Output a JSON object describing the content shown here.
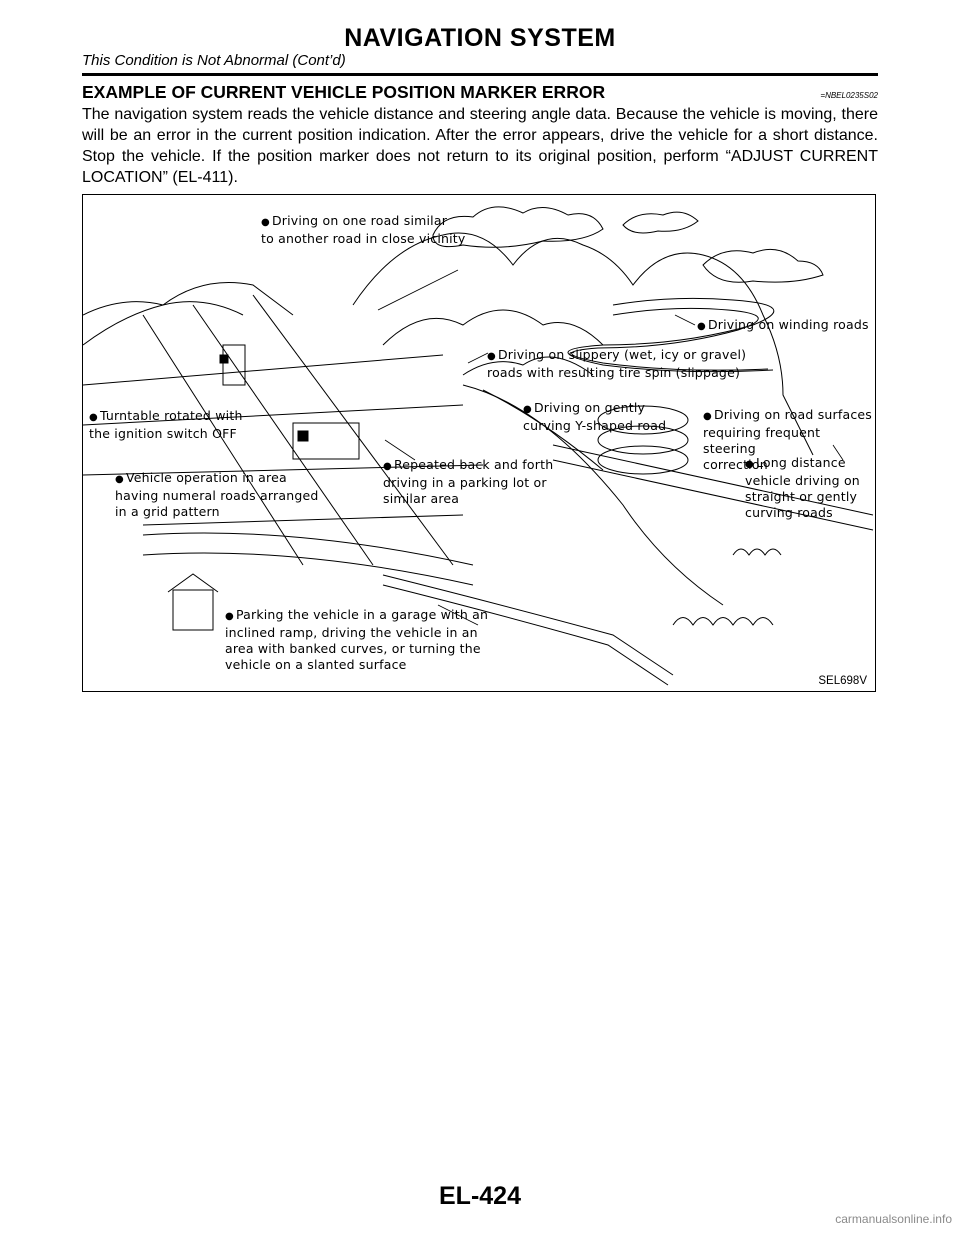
{
  "header": {
    "title": "NAVIGATION SYSTEM",
    "subtitle": "This Condition is Not Abnormal (Cont’d)"
  },
  "section": {
    "title": "EXAMPLE OF CURRENT VEHICLE POSITION MARKER ERROR",
    "code": "=NBEL0235S02",
    "body": "The navigation system reads the vehicle distance and steering angle data. Because the vehicle is moving, there will be an error in the current position indication. After the error appears, drive the vehicle for a short distance. Stop the vehicle. If the position marker does not return to its original position, perform “ADJUST CURRENT LOCATION” (EL-411)."
  },
  "figure": {
    "id": "SEL698V",
    "bullet": "●",
    "callouts": [
      {
        "text": "Driving on one road similar\nto another road in close vicinity"
      },
      {
        "text": "Driving on winding roads"
      },
      {
        "text": "Driving on slippery (wet, icy or gravel)\nroads with resulting tire spin (slippage)"
      },
      {
        "text": "Turntable rotated with\nthe ignition switch OFF"
      },
      {
        "text": "Driving on gently\ncurving Y-shaped road"
      },
      {
        "text": "Driving on road surfaces\nrequiring frequent steering\ncorrection"
      },
      {
        "text": "Vehicle operation in area\nhaving numeral roads arranged\nin a grid pattern"
      },
      {
        "text": "Repeated back and forth\ndriving in a parking lot or\nsimilar area"
      },
      {
        "text": "Long distance\nvehicle driving on\nstraight or gently\ncurving roads"
      },
      {
        "text": "Parking the vehicle in a garage with an\ninclined ramp, driving the vehicle in an\narea with banked curves, or turning the\nvehicle on a slanted surface"
      }
    ]
  },
  "footer": {
    "page_number": "EL-424",
    "watermark": "carmanualsonline.info"
  }
}
